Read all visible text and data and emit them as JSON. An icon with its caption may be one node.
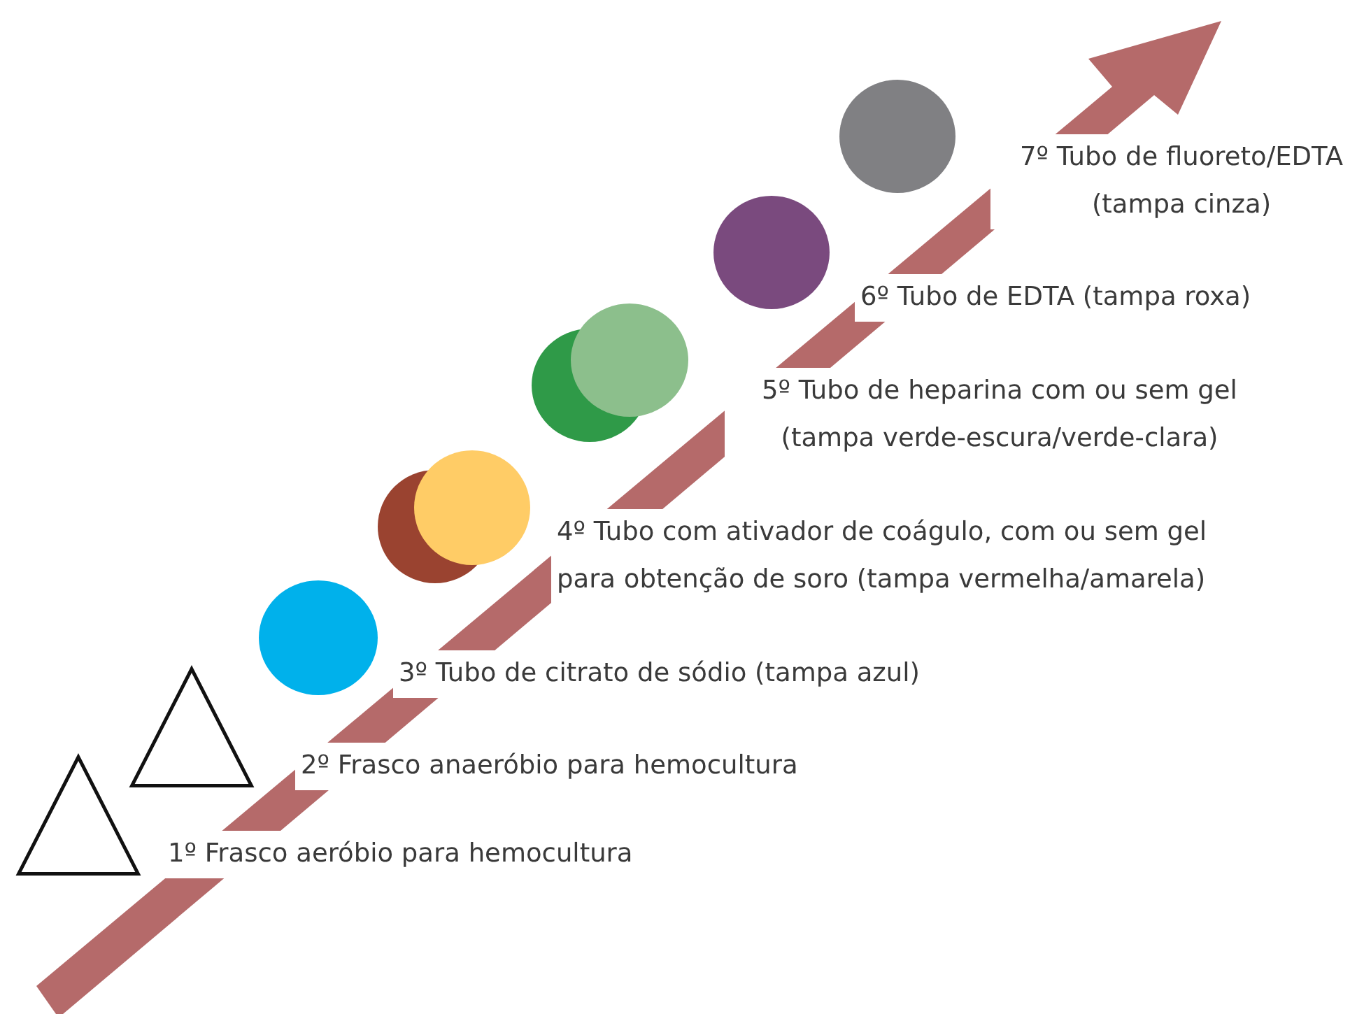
{
  "diagram": {
    "nodes": [
      {
        "text": [],
        "shape": "triangle"
      },
      {
        "text": [],
        "shape": "triangle"
      },
      {
        "text": [],
        "shape": "circle"
      },
      {
        "text": [],
        "shape": "circle"
      },
      {
        "text": [],
        "shape": "circle"
      },
      {
        "text": [],
        "shape": "circle"
      },
      {
        "text": [],
        "shape": "circle"
      },
      {
        "text": [],
        "shape": "circle"
      },
      {
        "text": [],
        "shape": "circle"
      }
    ],
    "labels": [
      "7º Tubo de fluoreto/EDTA (tampa cinza)",
      "6º Tubo de EDTA (tampa roxa)",
      "5º Tubo de heparina com ou sem gel (tampa verde-escura/verde-clara)",
      "4º Tubo com ativador de coágulo, com ou sem gel para obtenção de soro (tampa vermelha/amarela)",
      "3º Tubo de citrato de sódio (tampa azul)",
      "2º Frasco anaeróbio para hemocultura",
      "1º Frasco aeróbio para hemocultura"
    ]
  }
}
